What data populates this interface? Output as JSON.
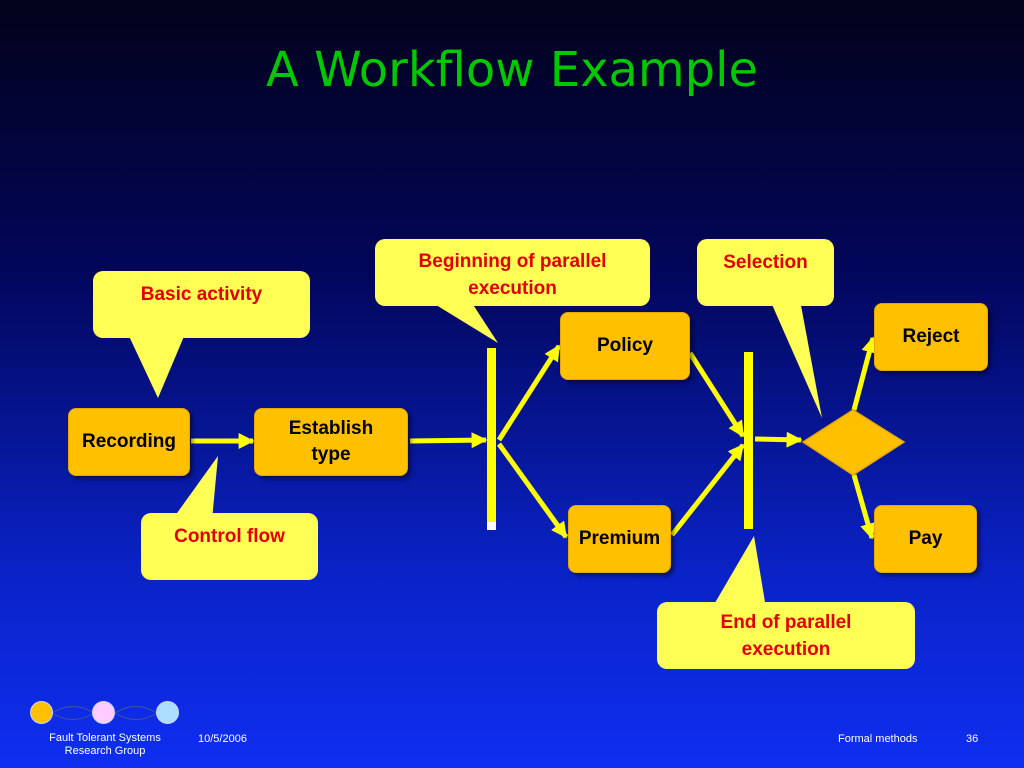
{
  "title": "A Workflow Example",
  "nodes": {
    "recording": "Recording",
    "establish_type": "Establish\ntype",
    "policy": "Policy",
    "premium": "Premium",
    "reject": "Reject",
    "pay": "Pay"
  },
  "callouts": {
    "basic_activity": "Basic activity",
    "control_flow": "Control flow",
    "beginning_parallel": "Beginning of parallel\nexecution",
    "selection": "Selection",
    "end_parallel": "End of parallel\nexecution"
  },
  "colors": {
    "background": "#0a23c8",
    "title": "#00c800",
    "node_fill": "#ffc000",
    "callout_fill": "#ffff55",
    "callout_text": "#e00000",
    "arrow": "#ffff00"
  },
  "footer": {
    "group_line1": "Fault Tolerant Systems",
    "group_line2": "Research Group",
    "date": "10/5/2006",
    "course": "Formal methods",
    "page": "36"
  },
  "logo_dots": [
    "#ffc000",
    "#ffccff",
    "#aaddff"
  ]
}
